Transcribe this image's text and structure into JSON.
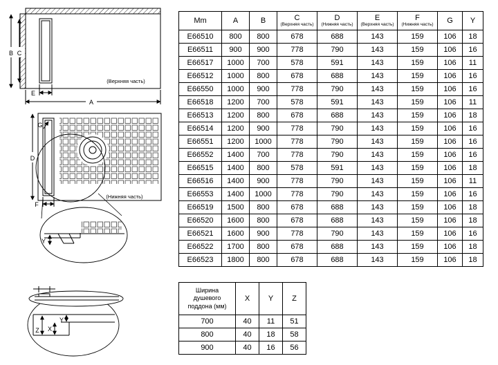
{
  "diagram": {
    "labels": {
      "A": "A",
      "B": "B",
      "C": "C",
      "D": "D",
      "E": "E",
      "F": "F",
      "G": "G",
      "X": "X",
      "Y": "Y",
      "Z": "Z"
    },
    "top_caption": "(Верхняя часть)",
    "bottom_caption": "(Нижняя часть)"
  },
  "main_table": {
    "headers": [
      {
        "label": "Mm",
        "sub": ""
      },
      {
        "label": "A",
        "sub": ""
      },
      {
        "label": "B",
        "sub": ""
      },
      {
        "label": "C",
        "sub": "(Верхняя часть)"
      },
      {
        "label": "D",
        "sub": "(Нижняя часть)"
      },
      {
        "label": "E",
        "sub": "(Верхняя часть)"
      },
      {
        "label": "F",
        "sub": "(Нижняя часть)"
      },
      {
        "label": "G",
        "sub": ""
      },
      {
        "label": "Y",
        "sub": ""
      }
    ],
    "rows": [
      [
        "E66510",
        "800",
        "800",
        "678",
        "688",
        "143",
        "159",
        "106",
        "18"
      ],
      [
        "E66511",
        "900",
        "900",
        "778",
        "790",
        "143",
        "159",
        "106",
        "16"
      ],
      [
        "E66517",
        "1000",
        "700",
        "578",
        "591",
        "143",
        "159",
        "106",
        "11"
      ],
      [
        "E66512",
        "1000",
        "800",
        "678",
        "688",
        "143",
        "159",
        "106",
        "16"
      ],
      [
        "E66550",
        "1000",
        "900",
        "778",
        "790",
        "143",
        "159",
        "106",
        "16"
      ],
      [
        "E66518",
        "1200",
        "700",
        "578",
        "591",
        "143",
        "159",
        "106",
        "11"
      ],
      [
        "E66513",
        "1200",
        "800",
        "678",
        "688",
        "143",
        "159",
        "106",
        "18"
      ],
      [
        "E66514",
        "1200",
        "900",
        "778",
        "790",
        "143",
        "159",
        "106",
        "16"
      ],
      [
        "E66551",
        "1200",
        "1000",
        "778",
        "790",
        "143",
        "159",
        "106",
        "16"
      ],
      [
        "E66552",
        "1400",
        "700",
        "778",
        "790",
        "143",
        "159",
        "106",
        "16"
      ],
      [
        "E66515",
        "1400",
        "800",
        "578",
        "591",
        "143",
        "159",
        "106",
        "18"
      ],
      [
        "E66516",
        "1400",
        "900",
        "778",
        "790",
        "143",
        "159",
        "106",
        "11"
      ],
      [
        "E66553",
        "1400",
        "1000",
        "778",
        "790",
        "143",
        "159",
        "106",
        "16"
      ],
      [
        "E66519",
        "1500",
        "800",
        "678",
        "688",
        "143",
        "159",
        "106",
        "18"
      ],
      [
        "E66520",
        "1600",
        "800",
        "678",
        "688",
        "143",
        "159",
        "106",
        "18"
      ],
      [
        "E66521",
        "1600",
        "900",
        "778",
        "790",
        "143",
        "159",
        "106",
        "16"
      ],
      [
        "E66522",
        "1700",
        "800",
        "678",
        "688",
        "143",
        "159",
        "106",
        "18"
      ],
      [
        "E66523",
        "1800",
        "800",
        "678",
        "688",
        "143",
        "159",
        "106",
        "18"
      ]
    ]
  },
  "small_table": {
    "headers": [
      "Ширина душевого поддона (мм)",
      "X",
      "Y",
      "Z"
    ],
    "rows": [
      [
        "700",
        "40",
        "11",
        "51"
      ],
      [
        "800",
        "40",
        "18",
        "58"
      ],
      [
        "900",
        "40",
        "16",
        "56"
      ]
    ]
  }
}
